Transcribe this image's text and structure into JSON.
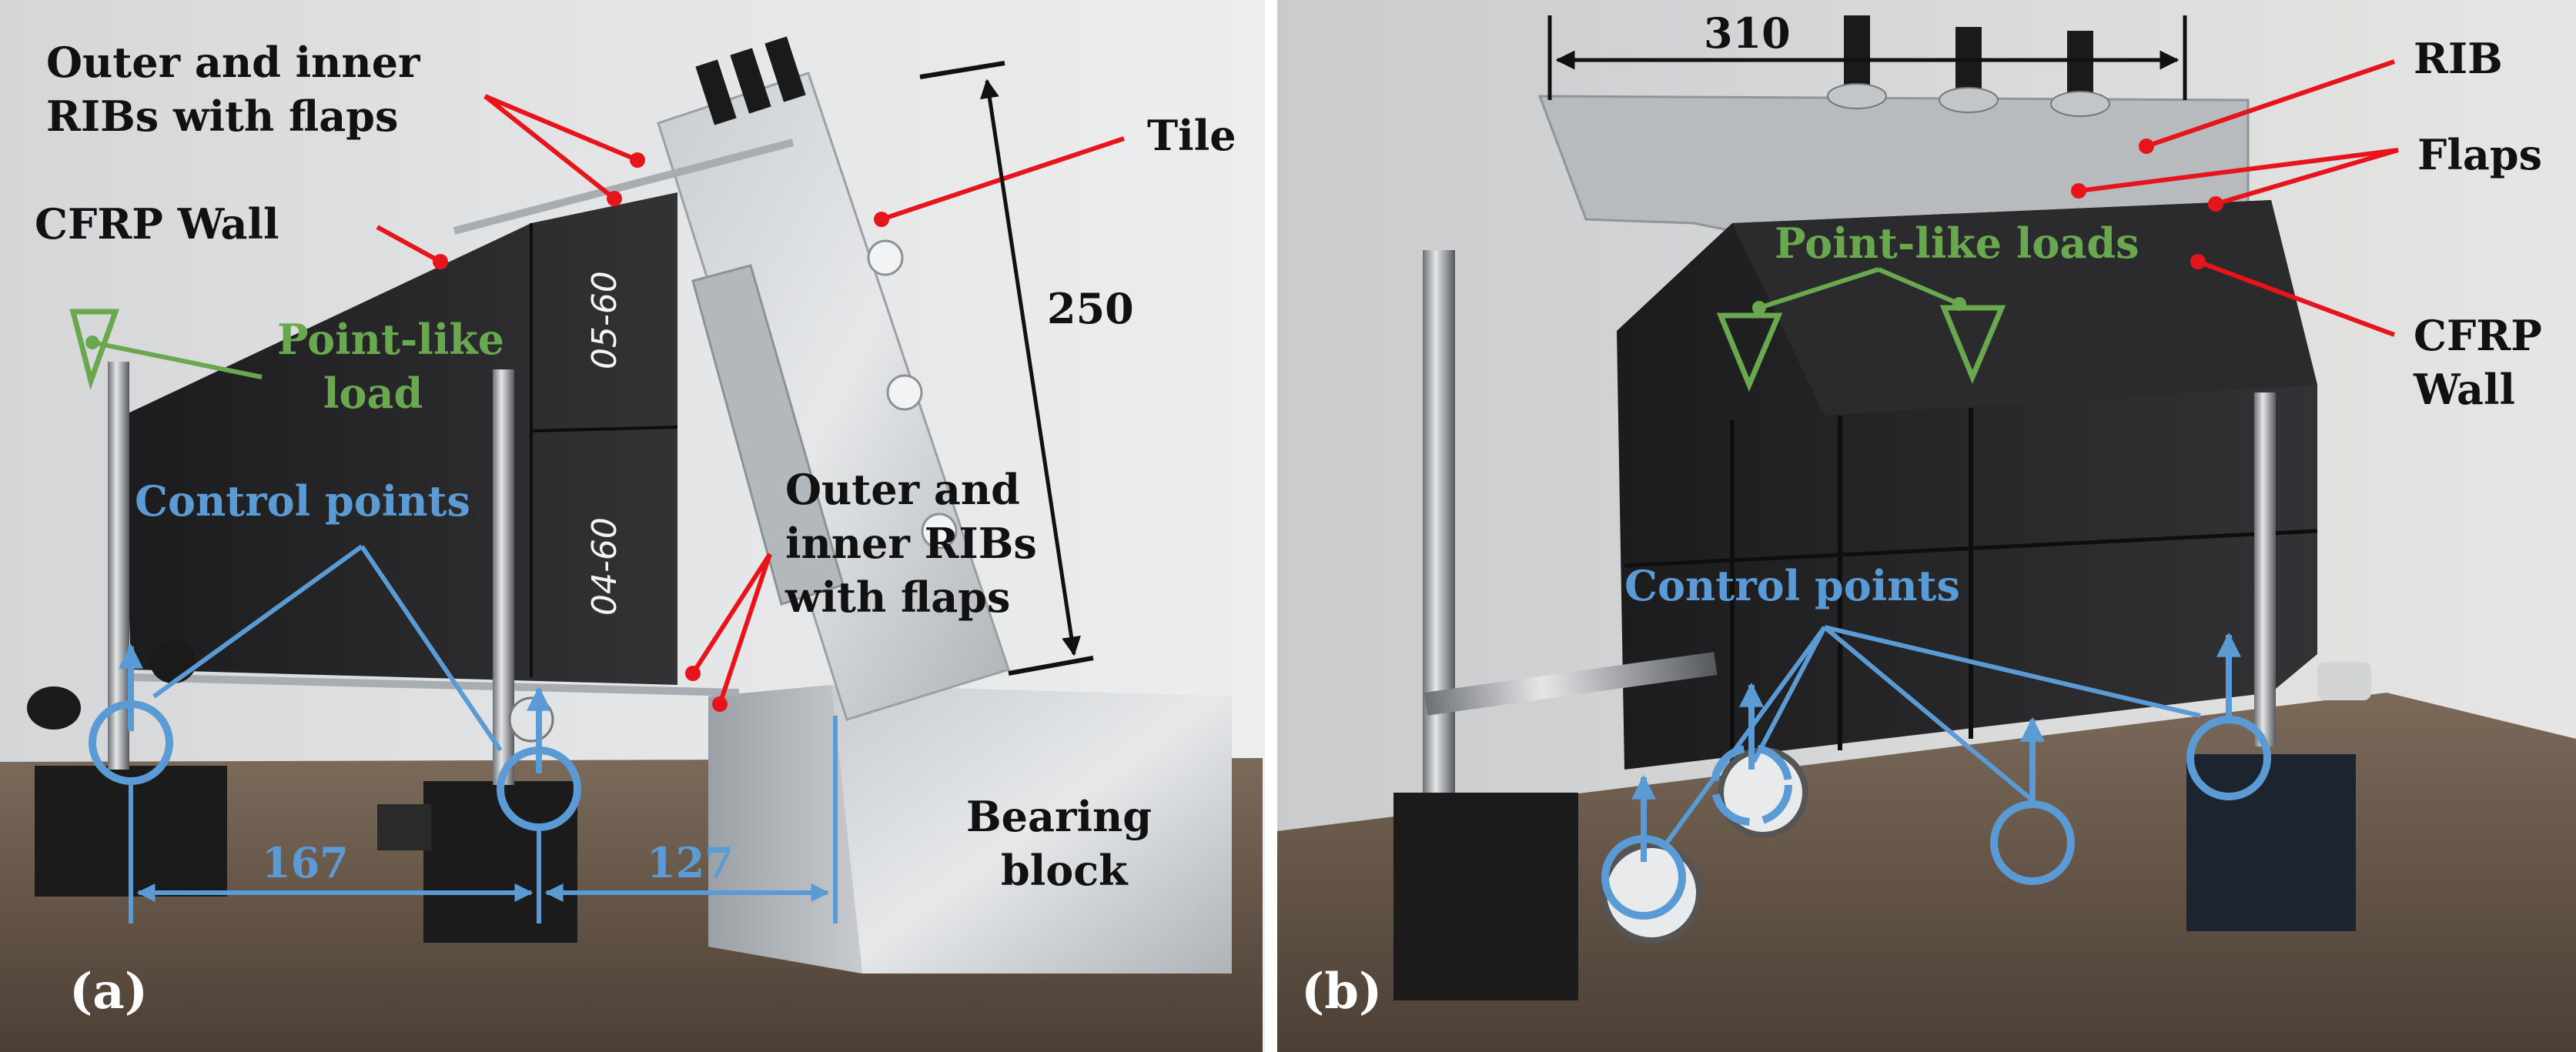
{
  "colors": {
    "annotation_red": "#e8141b",
    "annotation_green": "#6aa84f",
    "annotation_blue": "#5b9bd5",
    "dimension_black": "#111111"
  },
  "panel_a": {
    "panel_label": "(a)",
    "labels": {
      "ribs_top_line1": "Outer and inner",
      "ribs_top_line2": "RIBs with flaps",
      "cfrp_wall": "CFRP Wall",
      "tile": "Tile",
      "point_load_line1": "Point-like",
      "point_load_line2": "load",
      "control_points": "Control points",
      "ribs_mid_line1": "Outer and",
      "ribs_mid_line2": "inner RIBs",
      "ribs_mid_line3": "with flaps",
      "bearing_line1": "Bearing",
      "bearing_line2": "block"
    },
    "dimensions": {
      "height_250": "250",
      "span_167": "167",
      "span_127": "127"
    },
    "specimen_markings": [
      "05-60",
      "04-60"
    ]
  },
  "panel_b": {
    "panel_label": "(b)",
    "labels": {
      "rib": "RIB",
      "flaps": "Flaps",
      "point_loads": "Point-like loads",
      "cfrp_line1": "CFRP",
      "cfrp_line2": "Wall",
      "control_points": "Control points"
    },
    "dimensions": {
      "width_310": "310"
    }
  }
}
